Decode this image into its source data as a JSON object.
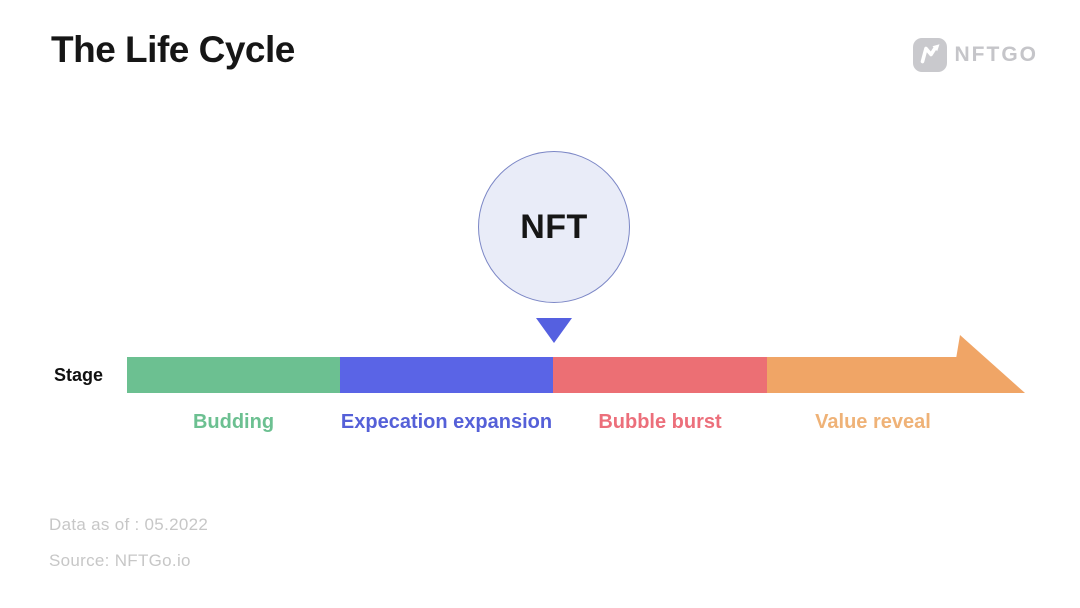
{
  "header": {
    "title": "The Life Cycle",
    "logo": {
      "text": "NFTGO",
      "color": "#c5c5c9",
      "badge_color": "#c9c9cd"
    }
  },
  "diagram": {
    "bubble": {
      "label": "NFT",
      "fill": "#e9ecf8",
      "border_color": "#7c87c6"
    },
    "pointer_color": "#5560e0",
    "stage_label": "Stage",
    "segments": [
      {
        "label": "Budding",
        "bar_color": "#6cc091",
        "label_color": "#6cc091"
      },
      {
        "label": "Expecation expansion",
        "bar_color": "#5a64e6",
        "label_color": "#5560d8"
      },
      {
        "label": "Bubble burst",
        "bar_color": "#ec6f74",
        "label_color": "#ec6f7b"
      },
      {
        "label": "Value reveal",
        "bar_color": "#f0a566",
        "label_color": "#efb277"
      }
    ],
    "arrow_color": "#f0a566"
  },
  "footer": {
    "data_as_of": "Data as of : 05.2022",
    "source": "Source: NFTGo.io",
    "color": "#c7c7c7"
  }
}
